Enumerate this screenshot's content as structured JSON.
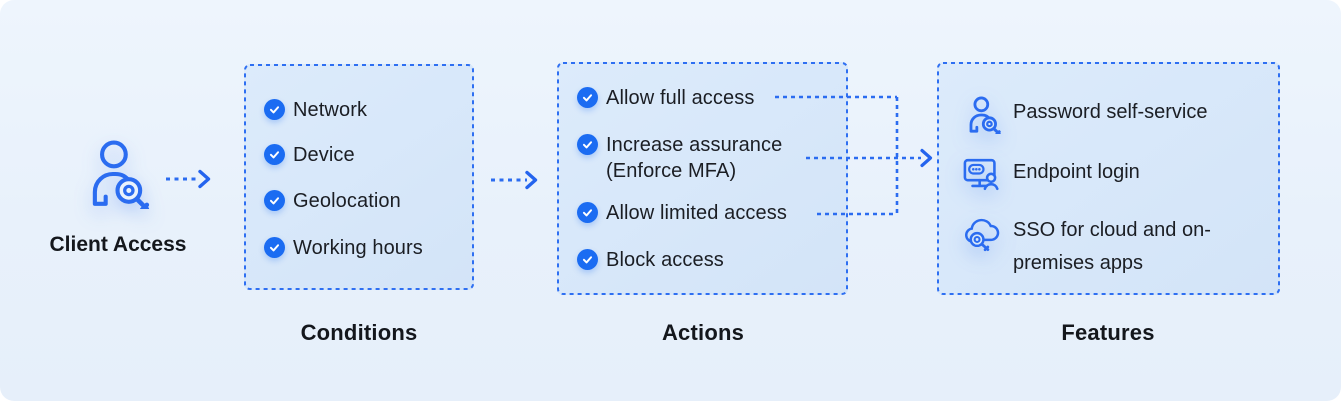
{
  "client": {
    "label": "Client Access",
    "icon": "user-search-icon"
  },
  "groups": {
    "conditions": {
      "title": "Conditions",
      "items": [
        "Network",
        "Device",
        "Geolocation",
        "Working hours"
      ]
    },
    "actions": {
      "title": "Actions",
      "items": [
        "Allow full access",
        "Increase assurance (Enforce MFA)",
        "Allow limited access",
        "Block access"
      ]
    },
    "features": {
      "title": "Features",
      "items": [
        {
          "icon": "user-search-icon",
          "label": "Password self-service"
        },
        {
          "icon": "endpoint-login-icon",
          "label": "Endpoint login"
        },
        {
          "icon": "cloud-sso-icon",
          "label": "SSO for cloud and on-premises apps"
        }
      ]
    }
  },
  "connectors": {
    "from": [
      "Allow full access",
      "Increase assurance (Enforce MFA)",
      "Allow limited access"
    ],
    "to": "Features"
  },
  "colors": {
    "accent_blue": "#2b6cf0",
    "badge_blue": "#1b6cf2",
    "panel_fill": "#d7e7fa",
    "panel_border": "#2e6ff2",
    "card_background": "#eaf3fc",
    "text": "#1b1e24"
  }
}
